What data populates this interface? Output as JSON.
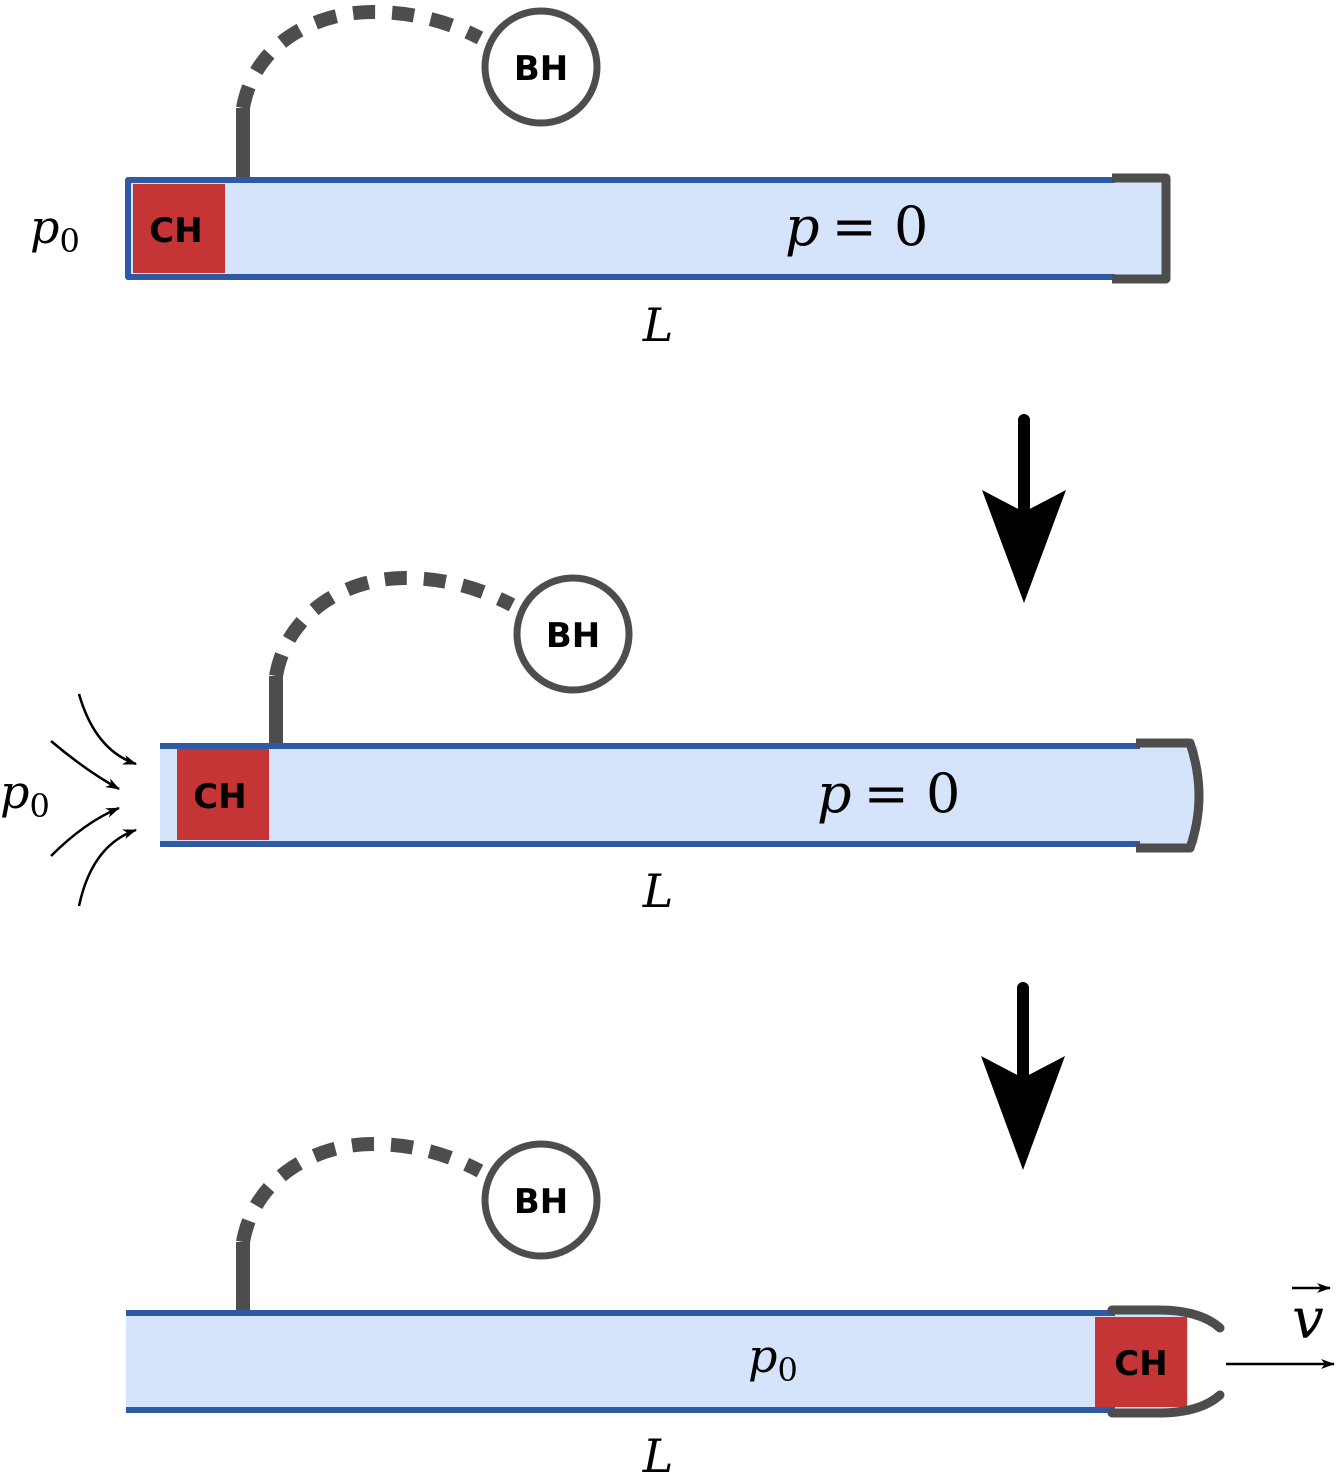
{
  "colors": {
    "tube_fill": "#d5e4fb",
    "tube_border": "#2d5aa0",
    "cap": "#4d4d4d",
    "ch_block": "#c53536",
    "ink": "#000000"
  },
  "labels": {
    "black_hole": "BH",
    "chamber": "CH",
    "length": "L",
    "pressure_symbol": "p",
    "pressure_zero_value": "= 0",
    "pressure_subscript": "0",
    "velocity": "v"
  },
  "panels": [
    {
      "step": 1,
      "interior_pressure": "p = 0",
      "outside_pressure": "p0",
      "end_cap": "flat",
      "ch_position": "left"
    },
    {
      "step": 2,
      "interior_pressure": "p = 0",
      "outside_pressure": "p0",
      "end_cap": "bulging",
      "ch_position": "left",
      "inflow_arrows": 4
    },
    {
      "step": 3,
      "interior_pressure": "p0",
      "end_cap": "open",
      "ch_position": "right",
      "velocity_arrow": true
    }
  ],
  "icons": {
    "transition_arrow": "down-arrow-icon",
    "inflow_arrow": "curved-arrow-icon",
    "velocity_arrow": "right-arrow-icon"
  }
}
